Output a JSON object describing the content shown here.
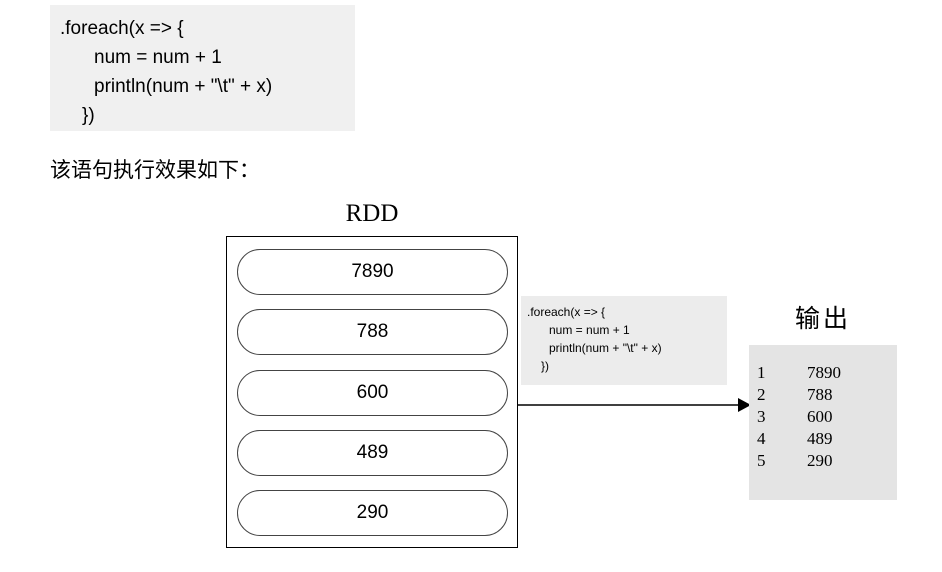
{
  "top_code_block": {
    "lines": [
      ".foreach(x => {",
      "num = num + 1",
      "println(num + \"\\t\" + x)",
      "})"
    ]
  },
  "caption": "该语句执行效果如下：",
  "rdd": {
    "title": "RDD",
    "partitions": [
      "7890",
      "788",
      "600",
      "489",
      "290"
    ]
  },
  "mid_code_block": {
    "lines": [
      ".foreach(x => {",
      "num = num + 1",
      "println(num + \"\\t\" + x)",
      "})"
    ]
  },
  "output": {
    "title": "输出",
    "rows": [
      {
        "index": "1",
        "value": "7890"
      },
      {
        "index": "2",
        "value": "788"
      },
      {
        "index": "3",
        "value": "600"
      },
      {
        "index": "4",
        "value": "489"
      },
      {
        "index": "5",
        "value": "290"
      }
    ]
  },
  "colors": {
    "code_block_bg": "#f0f0f0",
    "mid_code_block_bg": "#ececec",
    "output_bg": "#e4e4e4",
    "stroke": "#000000",
    "pill_stroke": "#444444"
  }
}
